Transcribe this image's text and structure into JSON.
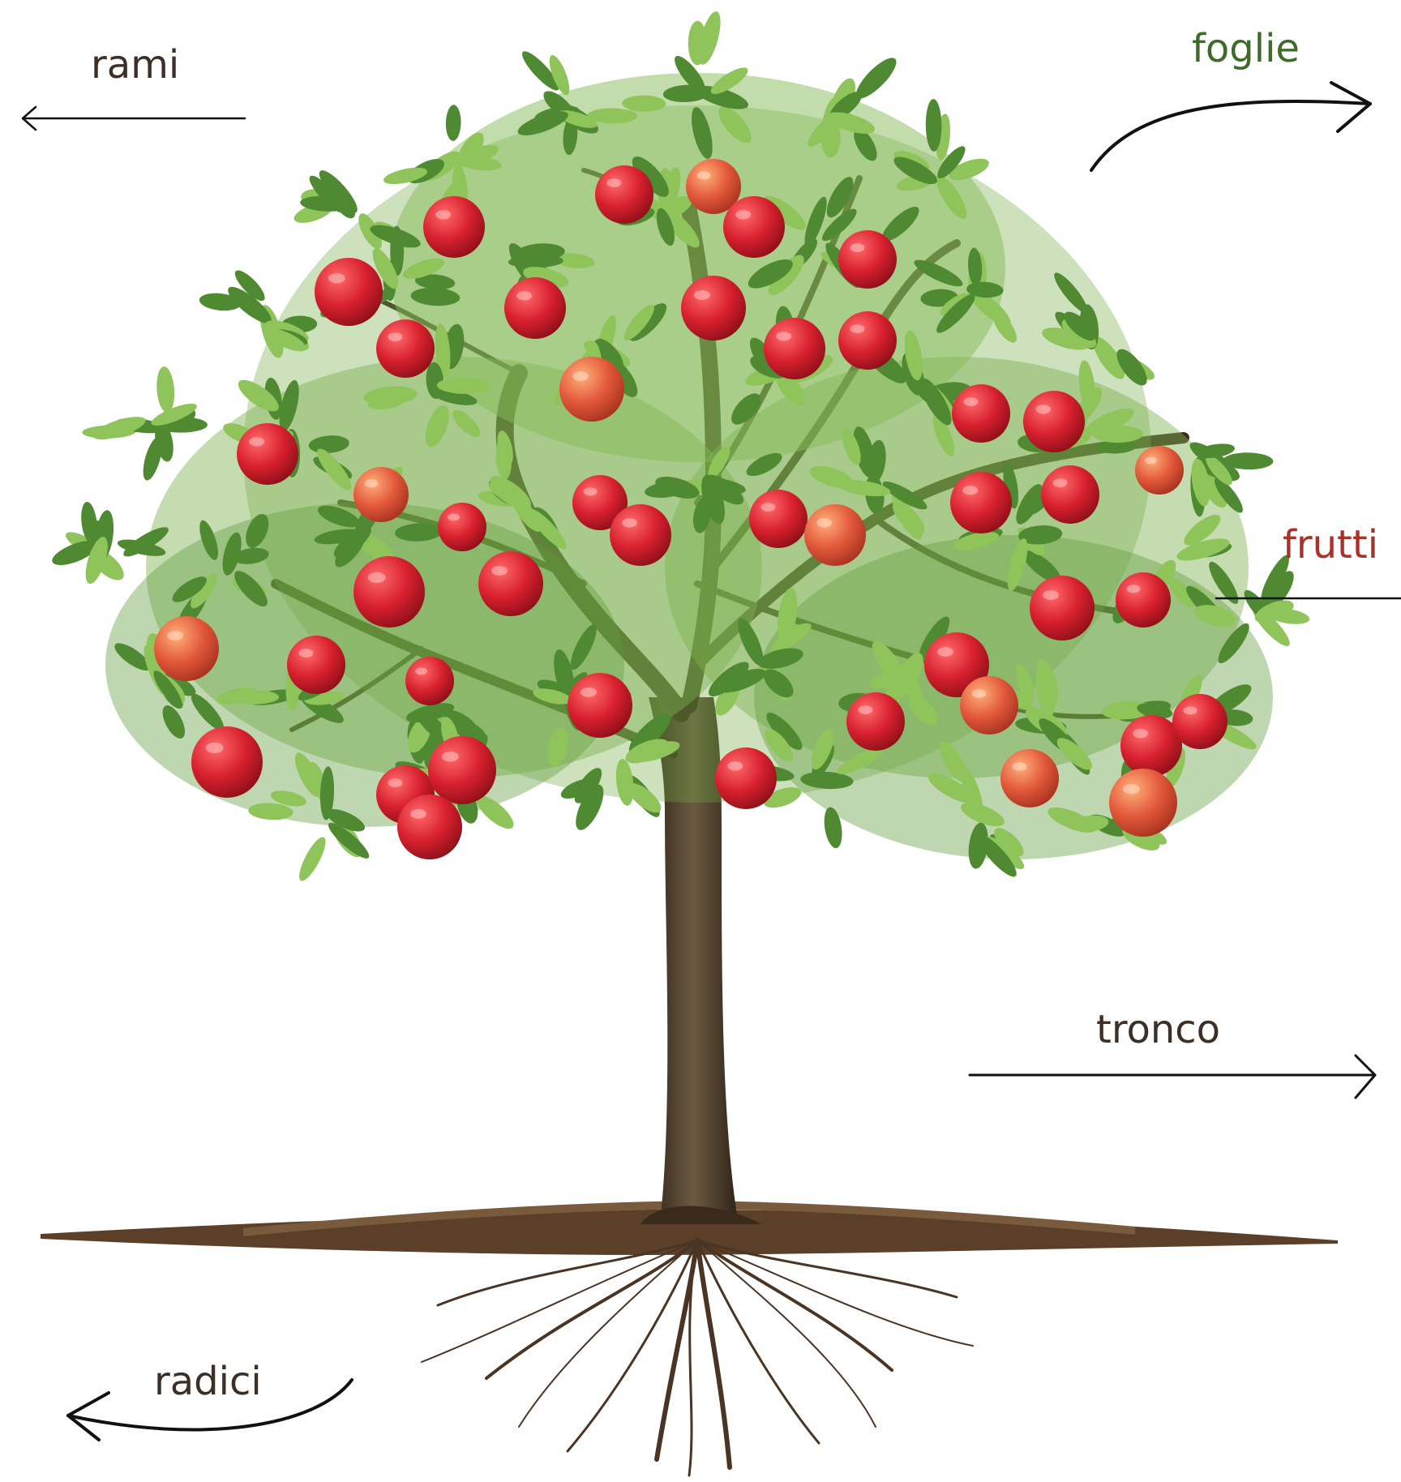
{
  "labels": {
    "rami": "rami",
    "foglie": "foglie",
    "frutti": "frutti",
    "tronco": "tronco",
    "radici": "radici"
  },
  "colors": {
    "text_dark": "#3b2f26",
    "foglie": "#3f6b2a",
    "frutti": "#a8322a",
    "leaf_light": "#8fc45a",
    "leaf_dark": "#4f8a32",
    "fruit": "#d8202f",
    "fruit_orange": "#e2583a",
    "bark": "#4a3a28",
    "soil": "#6b4a30",
    "arrow": "#111111"
  },
  "icons": {
    "tree": "apple-tree-illustration",
    "arrow_rami": "arrow-left-icon",
    "arrow_foglie": "curved-arrow-right-icon",
    "line_frutti": "leader-line",
    "arrow_tronco": "arrow-right-icon",
    "arrow_radici": "curved-arrow-left-icon"
  }
}
